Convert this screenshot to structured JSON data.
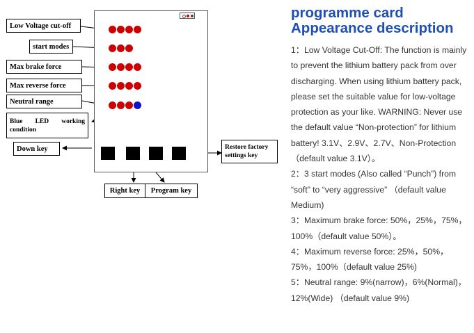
{
  "diagram": {
    "labels": {
      "low_voltage": "Low Voltage cut-off",
      "start_modes": "start modes",
      "max_brake": "Max brake force",
      "max_reverse": "Max reverse force",
      "neutral": "Neutral range",
      "blue_led": "Blue LED working condition",
      "down_key": "Down key",
      "restore": "Restore factory settings key",
      "right_key": "Right key",
      "program_key": "Program key"
    },
    "led_rows": [
      {
        "name": "low-voltage",
        "colors": [
          "#cc0000",
          "#cc0000",
          "#cc0000",
          "#cc0000"
        ]
      },
      {
        "name": "start-modes",
        "colors": [
          "#cc0000",
          "#cc0000",
          "#cc0000"
        ]
      },
      {
        "name": "max-brake",
        "colors": [
          "#cc0000",
          "#cc0000",
          "#cc0000",
          "#cc0000"
        ]
      },
      {
        "name": "max-reverse",
        "colors": [
          "#cc0000",
          "#cc0000",
          "#cc0000",
          "#cc0000"
        ]
      },
      {
        "name": "neutral",
        "colors": [
          "#cc0000",
          "#cc0000",
          "#cc0000",
          "#1010cc"
        ]
      }
    ],
    "indicator_colors": [
      "#cc0000",
      "#444444"
    ]
  },
  "title": {
    "line1": "programme card",
    "line2": "Appearance description"
  },
  "description": [
    "1：Low Voltage Cut-Off: The function is mainly to prevent the lithium battery pack from over discharging. When using lithium battery pack, please set the suitable value for low-voltage protection as your like. WARNING: Never use the default value “Non-protection” for lithium battery! 3.1V、2.9V、2.7V、Non-Protection （default value 3.1V）。",
    "2：3 start modes (Also called “Punch”) from “soft” to “very aggressive” （default value Medium)",
    "3：Maximum brake force: 50%，25%，75%，100%（default value 50%）。",
    "4：Maximum reverse force: 25%，50%，75%，100%（default value 25%)",
    "5：Neutral range: 9%(narrow)，6%(Normal)，12%(Wide) （default value 9%)"
  ],
  "colors": {
    "title": "#1e4fb4",
    "led_red": "#cc0000",
    "led_blue": "#1010cc"
  }
}
